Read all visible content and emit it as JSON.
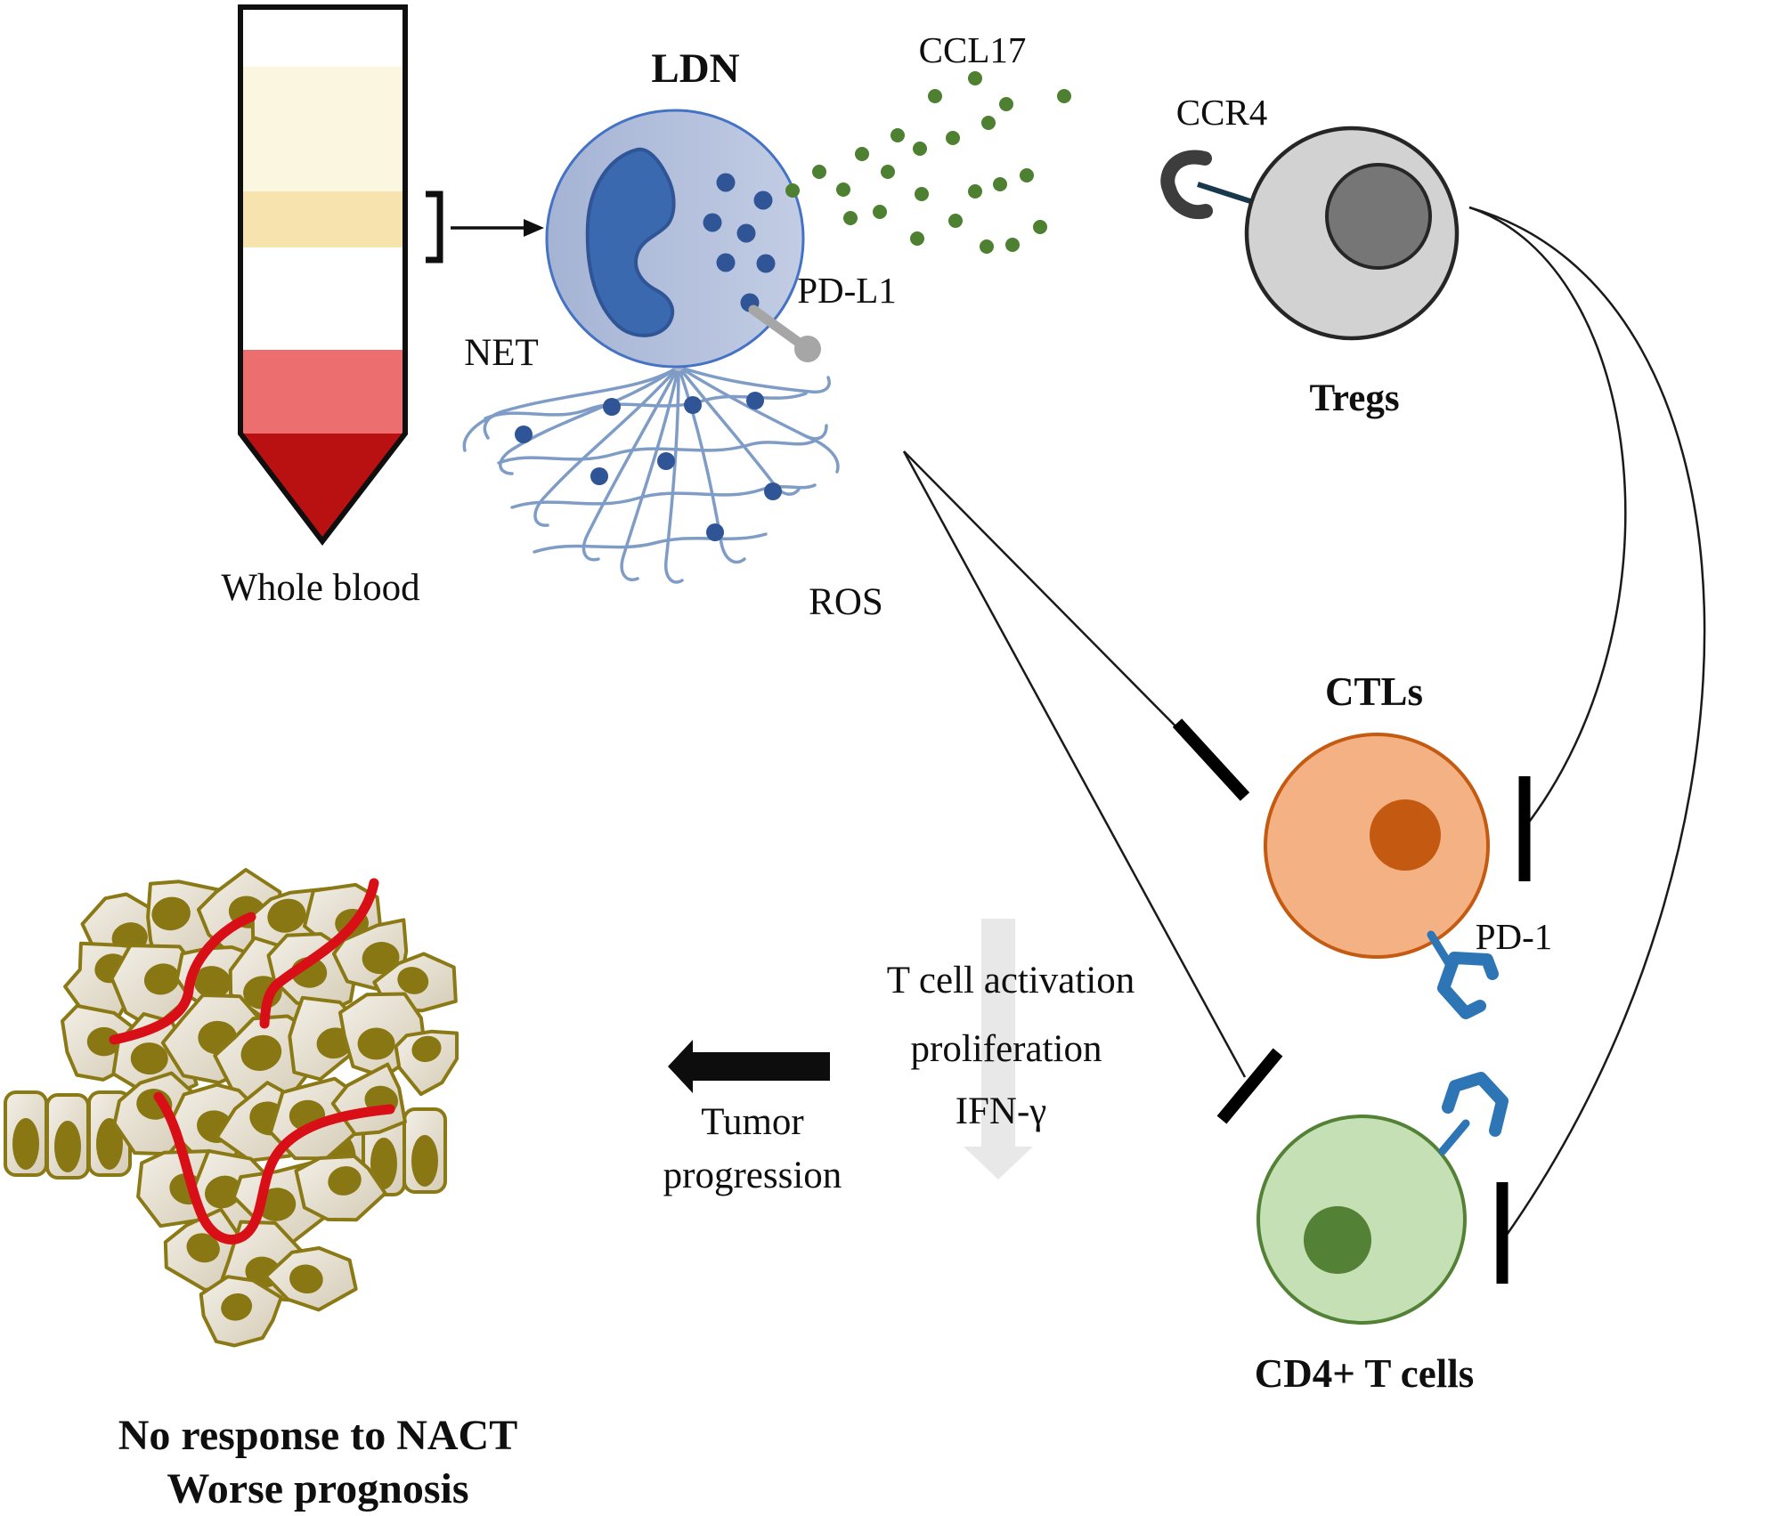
{
  "labels": {
    "ldn": "LDN",
    "net": "NET",
    "ros": "ROS",
    "pdl1": "PD-L1",
    "ccl17": "CCL17",
    "ccr4": "CCR4",
    "tregs": "Tregs",
    "ctls": "CTLs",
    "pd1": "PD-1",
    "cd4": "CD4+ T cells",
    "whole_blood": "Whole blood",
    "activation_line1": "T cell activation",
    "activation_line2": "proliferation",
    "activation_line3": "IFN-γ",
    "tumor_arrow_line1": "Tumor",
    "tumor_arrow_line2": "progression",
    "outcome_line1": "No response to NACT",
    "outcome_line2": "Worse prognosis"
  },
  "colors": {
    "ldn_cell_fill": "#aebcdb",
    "ldn_cell_border": "#4472c4",
    "ldn_nucleus": "#3a69b0",
    "granule_blue": "#2f5597",
    "net_strand": "#7e9cc5",
    "pdl1_gray": "#a6a6a6",
    "ccl17_green": "#4e8032",
    "ccr4_dark": "#3d3d3d",
    "receptor_rod": "#17384d",
    "tregs_fill": "#d2d2d2",
    "tregs_nucleus": "#767676",
    "ctl_fill": "#f4b183",
    "ctl_accent": "#c55a11",
    "cd4_fill": "#c6e0b5",
    "cd4_accent": "#538135",
    "pd1_blue": "#2e75b6",
    "plasma_cream": "#fbf6df",
    "buffy_yellow": "#f7e3ae",
    "rbc_pink": "#ec6e6e",
    "rbc_dark_red": "#b91111",
    "vessel_red": "#d90f17",
    "tumor_cell_stroke": "#8a7914",
    "tumor_nucleus": "#897713",
    "suppression_arrow_gray": "#e9e8e8",
    "ink_black": "#0f0f0f"
  },
  "icons": {
    "extraction_bracket": "bracket-icon",
    "extraction_arrow": "right-arrow-icon",
    "tumor_progression_arrow": "left-arrow-icon",
    "suppression_arrow": "down-arrow-icon",
    "inhibition_bar": "tbar-inhibition-icon",
    "receptor_clamp": "receptor-clamp-icon"
  }
}
